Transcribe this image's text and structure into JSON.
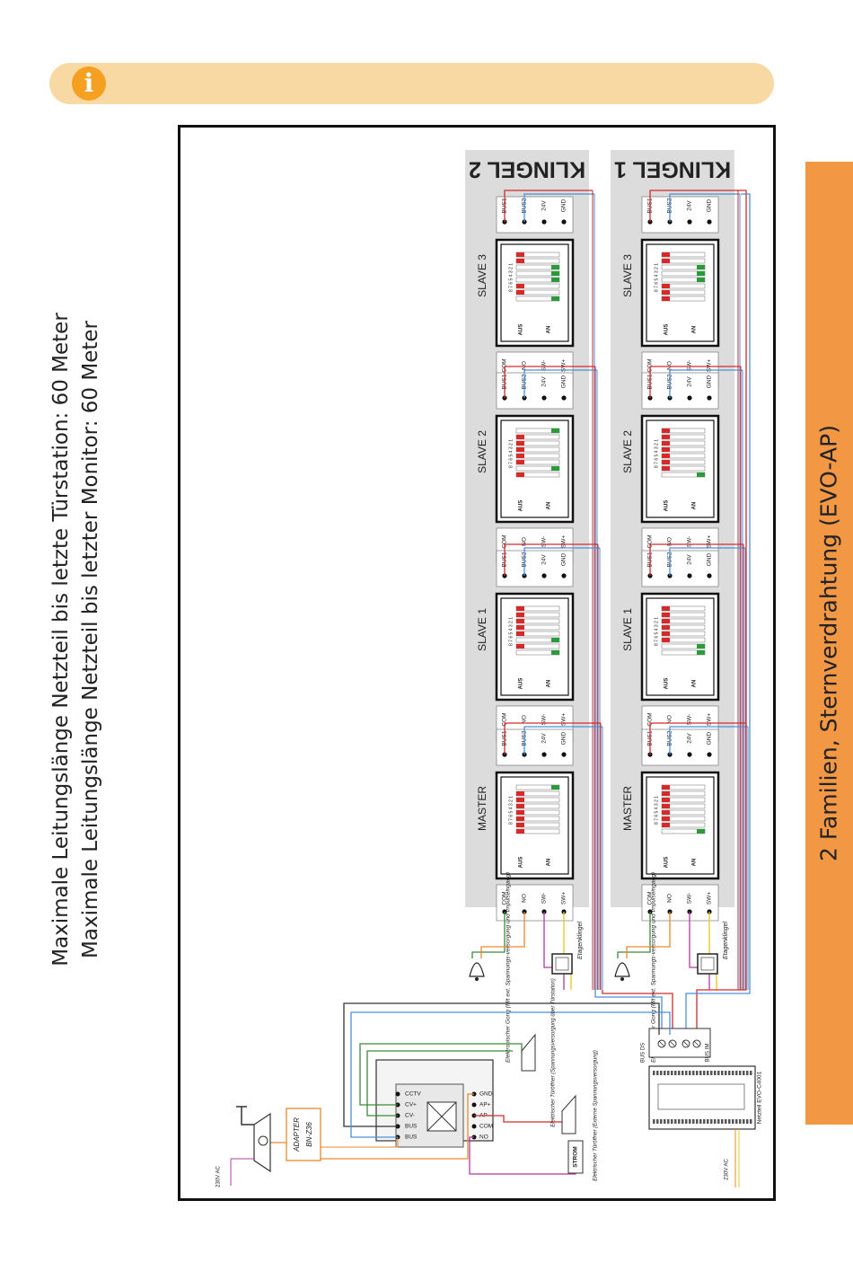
{
  "notes": [
    "Maximale Leitungslänge Netzteil bis letzte Türstation: 60 Meter",
    "Maximale Leitungslänge Netzteil bis letzter Monitor: 60 Meter"
  ],
  "side_title": "2 Familien, Sternverdrahtung (EVO-AP)",
  "info_icon": "info-icon",
  "colors": {
    "info_bar": "#f8d9a3",
    "info_icon": "#f5a020",
    "side_tab": "#f29744",
    "panel": "#dcdcdc",
    "wire_red": "#d42a2a",
    "wire_blue": "#4a90d9",
    "wire_green": "#3a8a3a",
    "wire_orange": "#e88a2a",
    "wire_purple": "#b03aa0",
    "wire_yellow": "#e8c81a",
    "wire_black": "#333333"
  },
  "klingel": [
    {
      "title": "KLINGEL 2",
      "units": [
        {
          "label": "SLAVE 3",
          "dip": [
            "aus",
            "aus",
            "an",
            "an",
            "an",
            "aus",
            "aus",
            "an"
          ]
        },
        {
          "label": "SLAVE 2",
          "dip": [
            "an",
            "aus",
            "aus",
            "aus",
            "aus",
            "aus",
            "an",
            "aus"
          ]
        },
        {
          "label": "SLAVE 1",
          "dip": [
            "aus",
            "aus",
            "aus",
            "aus",
            "aus",
            "an",
            "aus",
            "an"
          ]
        },
        {
          "label": "MASTER",
          "dip": [
            "an",
            "aus",
            "aus",
            "aus",
            "aus",
            "aus",
            "aus",
            "aus"
          ]
        }
      ]
    },
    {
      "title": "KLINGEL 1",
      "units": [
        {
          "label": "SLAVE 3",
          "dip": [
            "aus",
            "aus",
            "an",
            "an",
            "an",
            "aus",
            "aus",
            "aus"
          ]
        },
        {
          "label": "SLAVE 2",
          "dip": [
            "aus",
            "aus",
            "aus",
            "aus",
            "aus",
            "aus",
            "aus",
            "an"
          ]
        },
        {
          "label": "SLAVE 1",
          "dip": [
            "aus",
            "aus",
            "aus",
            "aus",
            "aus",
            "aus",
            "an",
            "an"
          ]
        },
        {
          "label": "MASTER",
          "dip": [
            "aus",
            "aus",
            "aus",
            "aus",
            "aus",
            "aus",
            "aus",
            "an"
          ]
        }
      ]
    }
  ],
  "terminals_top": [
    "BUS1",
    "BUS2",
    "24V",
    "GND"
  ],
  "terminals_bottom": [
    "COM",
    "NO",
    "SW-",
    "SW+"
  ],
  "dip_numbers": "8 7 6 5 4 3 2 1",
  "dip_off": "AUS",
  "dip_on": "AN",
  "gong": "Elektronischer Gong (Mit ext. Spannungs-versorgung und Impulseingang)",
  "etagenklingel": "Etagenklingel",
  "tuerstation_terms": [
    "CCTV",
    "CV+",
    "CV-",
    "BUS",
    "BUS"
  ],
  "relay_terms": [
    "GND",
    "AP+",
    "AP-",
    "COM",
    "NO"
  ],
  "opener_1": "Elektrischer Türöffner (Spannungsversorgung über Türstation)",
  "opener_2": "Elektrischer Türöffner (Externe Spannungsversorgung)",
  "strom": "STROM",
  "adapter": "ADAPTER",
  "adapter_model": "BN-Z36",
  "ac_left": "230V AC",
  "ac_right": "230V AC",
  "bus_ds": "BUS DS",
  "bus_im": "BUS IM",
  "psu": "Netzteil EVO-C4001"
}
